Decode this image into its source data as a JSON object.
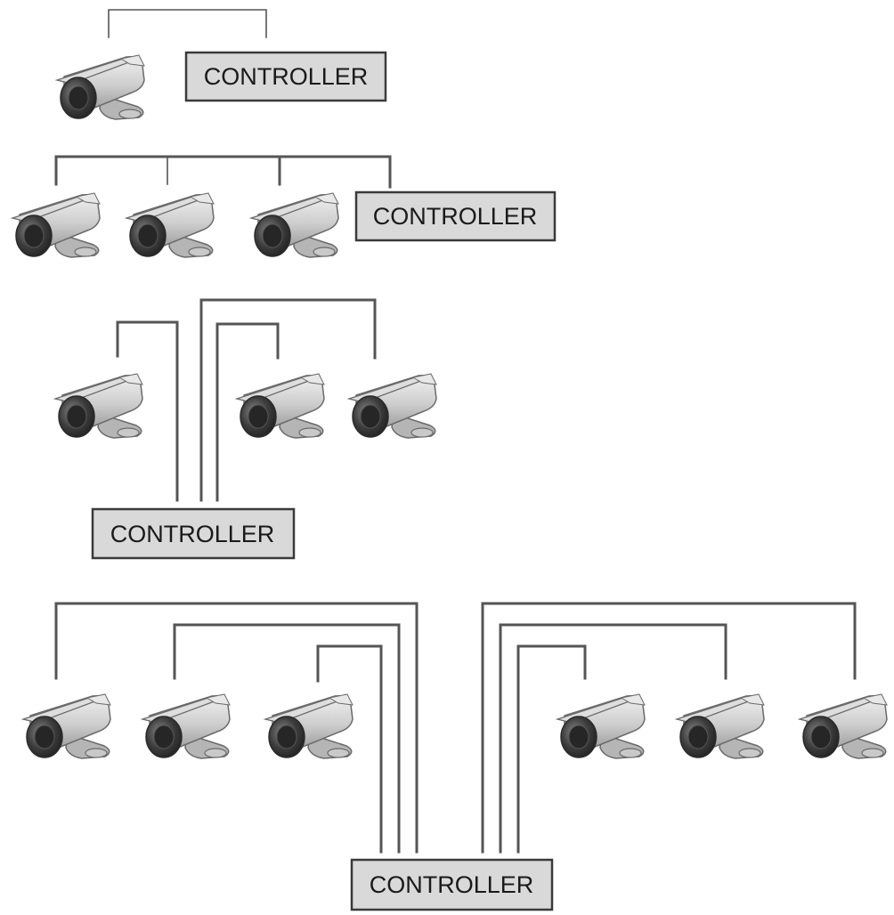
{
  "controller_label": "CONTROLLER",
  "colors": {
    "wire": "#555555",
    "controller_fill": "#d9d9d9",
    "controller_border": "#3a3a3a",
    "camera_body": "#c8c8c8",
    "camera_lens": "#3c3c3c"
  },
  "icons": {
    "camera": "cctv-camera-icon"
  },
  "rows": [
    {
      "name": "row-1",
      "cameras": 1,
      "controllers": 1
    },
    {
      "name": "row-2",
      "cameras": 3,
      "controllers": 1
    },
    {
      "name": "row-3",
      "cameras": 3,
      "controllers": 1
    },
    {
      "name": "row-4",
      "cameras": 6,
      "controllers": 1
    }
  ]
}
